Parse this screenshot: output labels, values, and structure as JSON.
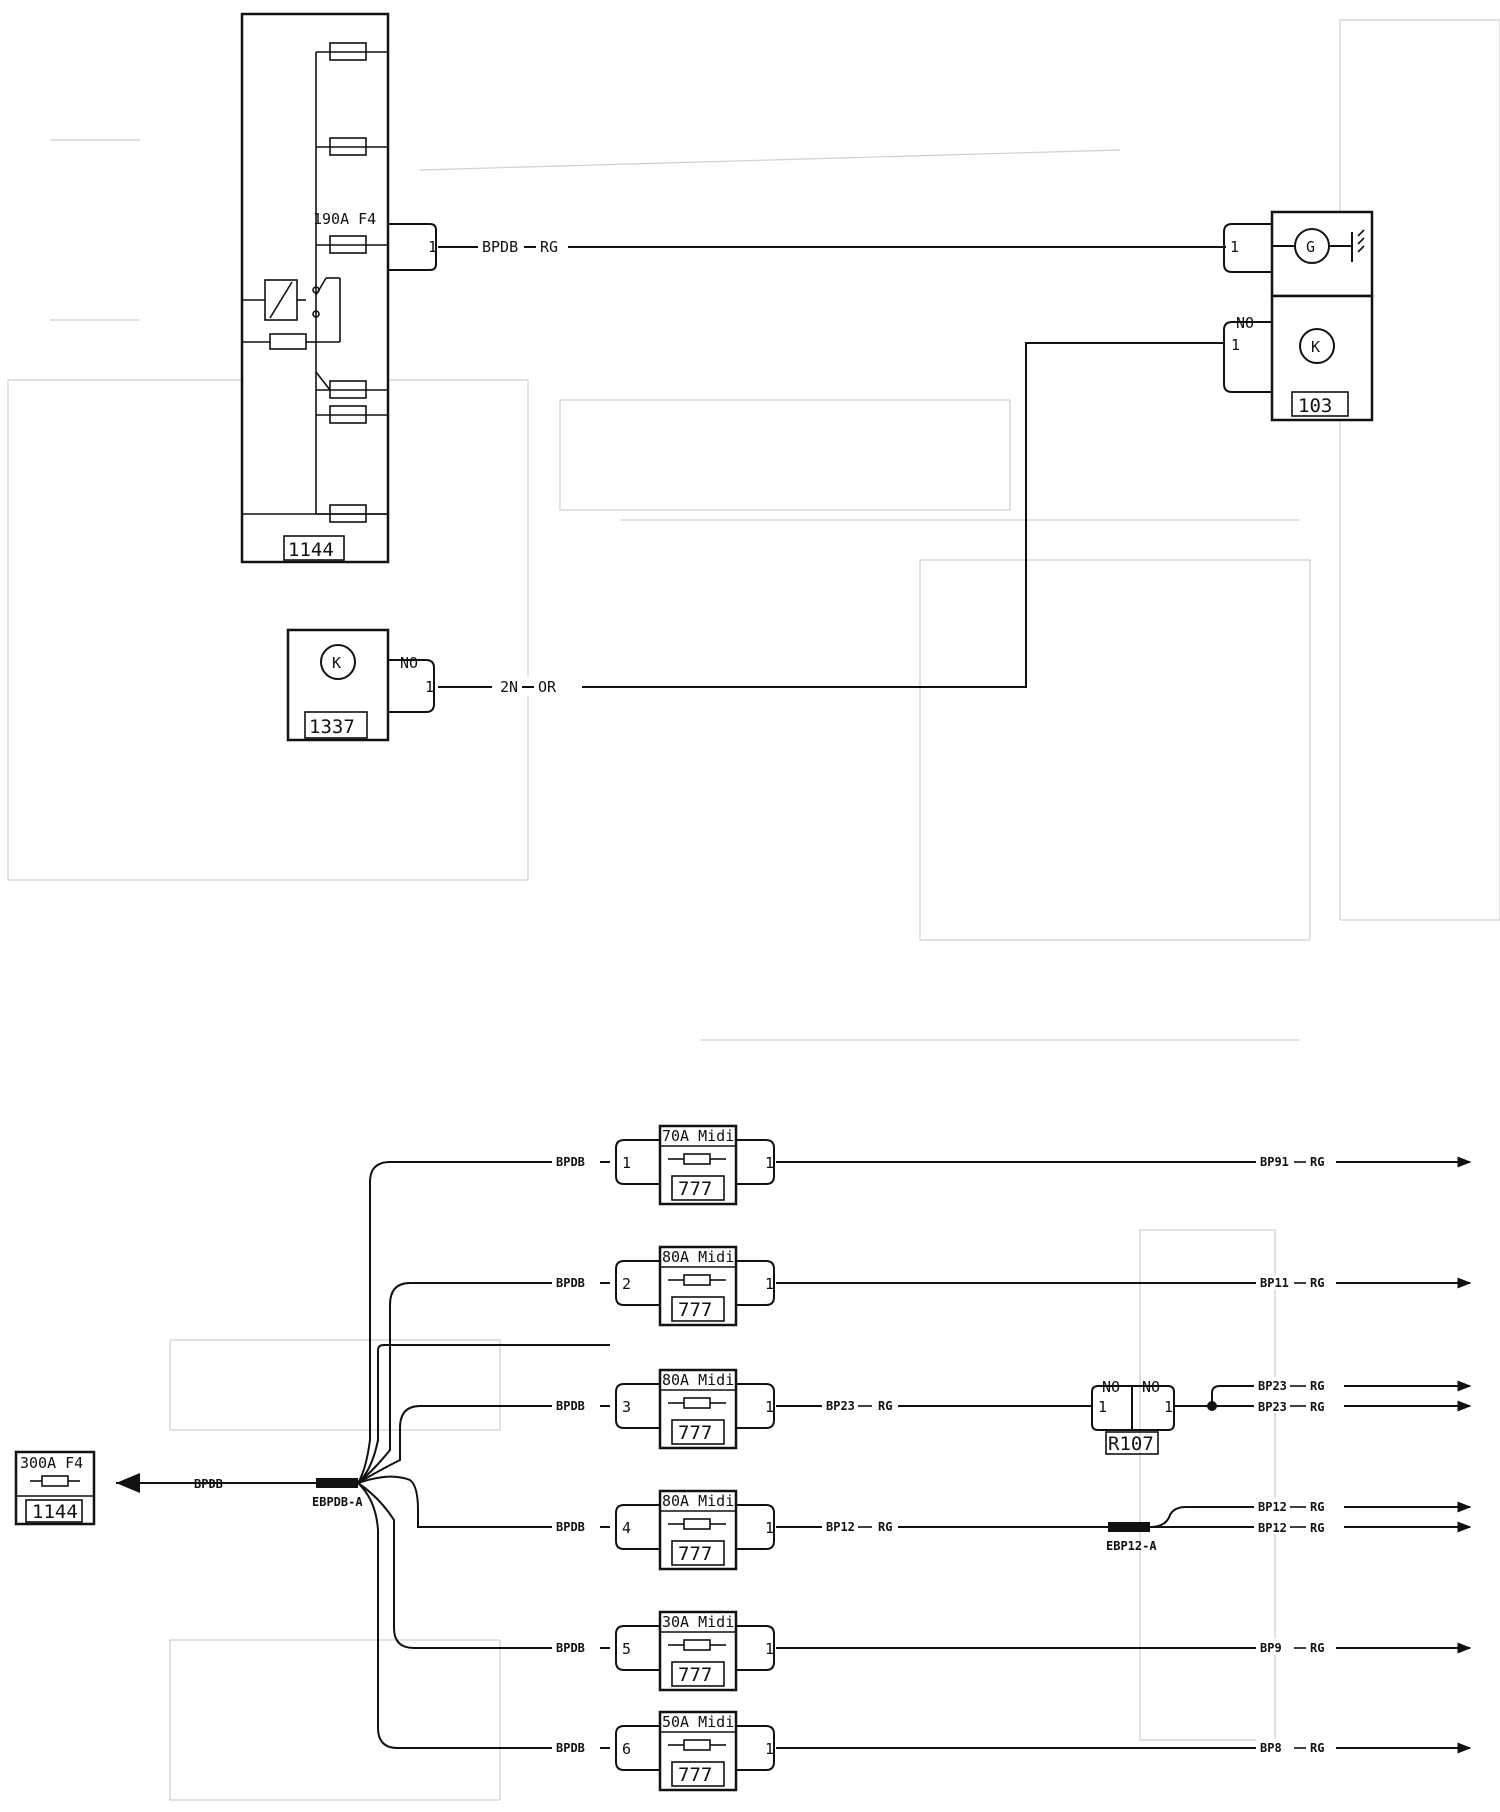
{
  "top_section": {
    "fuse_box": {
      "ref": "1144",
      "fuse_label": "190A F4",
      "pin": "1"
    },
    "wire_top": {
      "code": "BPDB",
      "color": "RG"
    },
    "alternator": {
      "pin": "1"
    },
    "component_103": {
      "ref": "103",
      "pin_state": "NO",
      "pin": "1"
    },
    "component_1337": {
      "ref": "1337",
      "pin_state": "NO",
      "pin": "1"
    },
    "wire_mid": {
      "code": "2N",
      "color": "OR"
    }
  },
  "bottom_section": {
    "source_fuse": {
      "label": "300A F4",
      "ref": "1144"
    },
    "source_wire": "BPDB",
    "splice_main": "EBPDB-A",
    "fuses": [
      {
        "in_wire": "BPDB",
        "in_pin": "1",
        "label": "70A Midi",
        "ref": "777",
        "out_pin": "1",
        "out_code": "BP91",
        "out_color": "RG"
      },
      {
        "in_wire": "BPDB",
        "in_pin": "2",
        "label": "80A Midi",
        "ref": "777",
        "out_pin": "1",
        "out_code": "BP11",
        "out_color": "RG"
      },
      {
        "in_wire": "BPDB",
        "in_pin": "3",
        "label": "80A Midi",
        "ref": "777",
        "out_pin": "1",
        "out_code": "BP23",
        "out_color": "RG"
      },
      {
        "in_wire": "BPDB",
        "in_pin": "4",
        "label": "80A Midi",
        "ref": "777",
        "out_pin": "1",
        "out_code": "BP12",
        "out_color": "RG"
      },
      {
        "in_wire": "BPDB",
        "in_pin": "5",
        "label": "30A Midi",
        "ref": "777",
        "out_pin": "1",
        "out_code": "BP9",
        "out_color": "RG"
      },
      {
        "in_wire": "BPDB",
        "in_pin": "6",
        "label": "50A Midi",
        "ref": "777",
        "out_pin": "1",
        "out_code": "BP8",
        "out_color": "RG"
      }
    ],
    "connector_r107": {
      "ref": "R107",
      "left_state": "NO",
      "right_state": "NO",
      "left_pin": "1",
      "right_pin": "1"
    },
    "r107_outputs": [
      {
        "code": "BP23",
        "color": "RG"
      },
      {
        "code": "BP23",
        "color": "RG"
      }
    ],
    "splice_bp12": "EBP12-A",
    "bp12_outputs": [
      {
        "code": "BP12",
        "color": "RG"
      },
      {
        "code": "BP12",
        "color": "RG"
      }
    ]
  }
}
